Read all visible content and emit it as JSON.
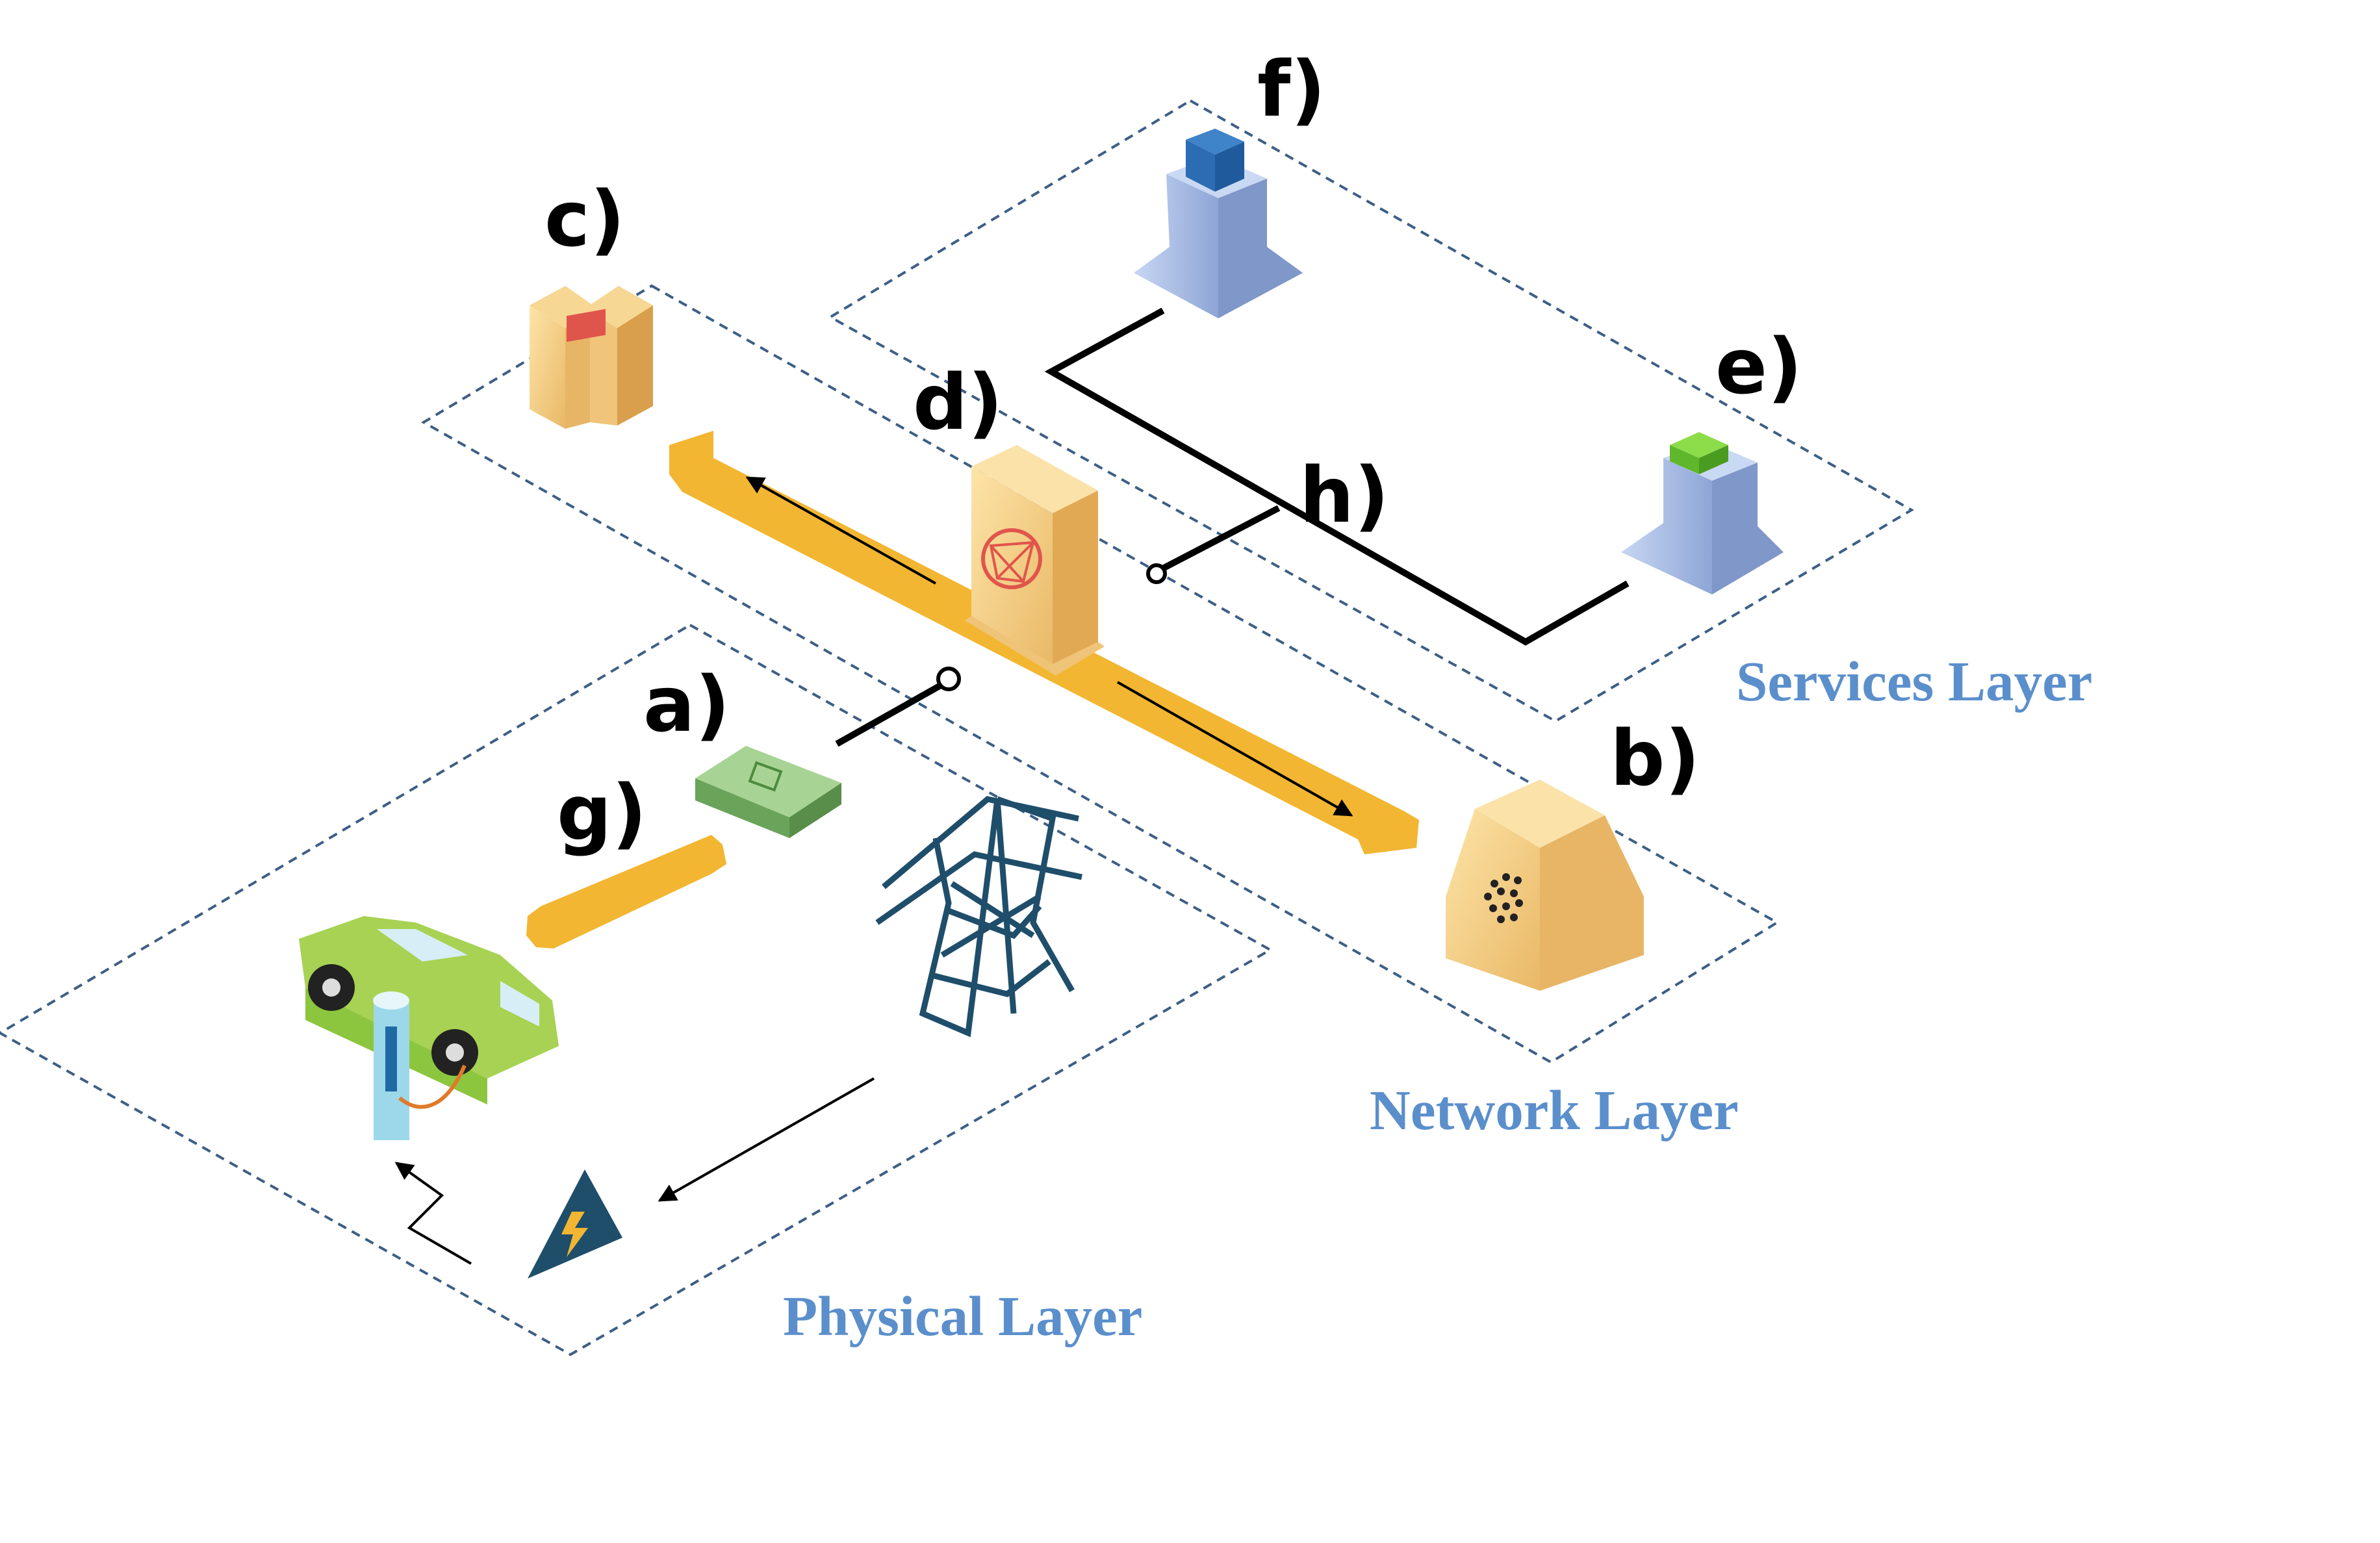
{
  "layers": {
    "physical": "Physical Layer",
    "network": "Network Layer",
    "services": "Services Layer"
  },
  "labels": {
    "a": "a)",
    "b": "b)",
    "c": "c)",
    "d": "d)",
    "e": "e)",
    "f": "f)",
    "g": "g)",
    "h": "h)"
  },
  "colors": {
    "layer_label": "#5b8fcc",
    "boundary": "#3d5f86",
    "link_orange": "#f2b632",
    "node_tan": "#f3cd82",
    "node_red": "#e0554b",
    "service_blue": "#a9bde6",
    "module_green": "#8fc77a",
    "car_green": "#8cc63f",
    "tower_blue": "#1f4e6b"
  },
  "icons": [
    "iot-module-icon",
    "network-node-icon",
    "wallet-node-icon",
    "coordinator-node-icon",
    "service-node-icon",
    "electric-car-icon",
    "charging-station-icon",
    "power-tower-icon",
    "high-voltage-icon"
  ]
}
